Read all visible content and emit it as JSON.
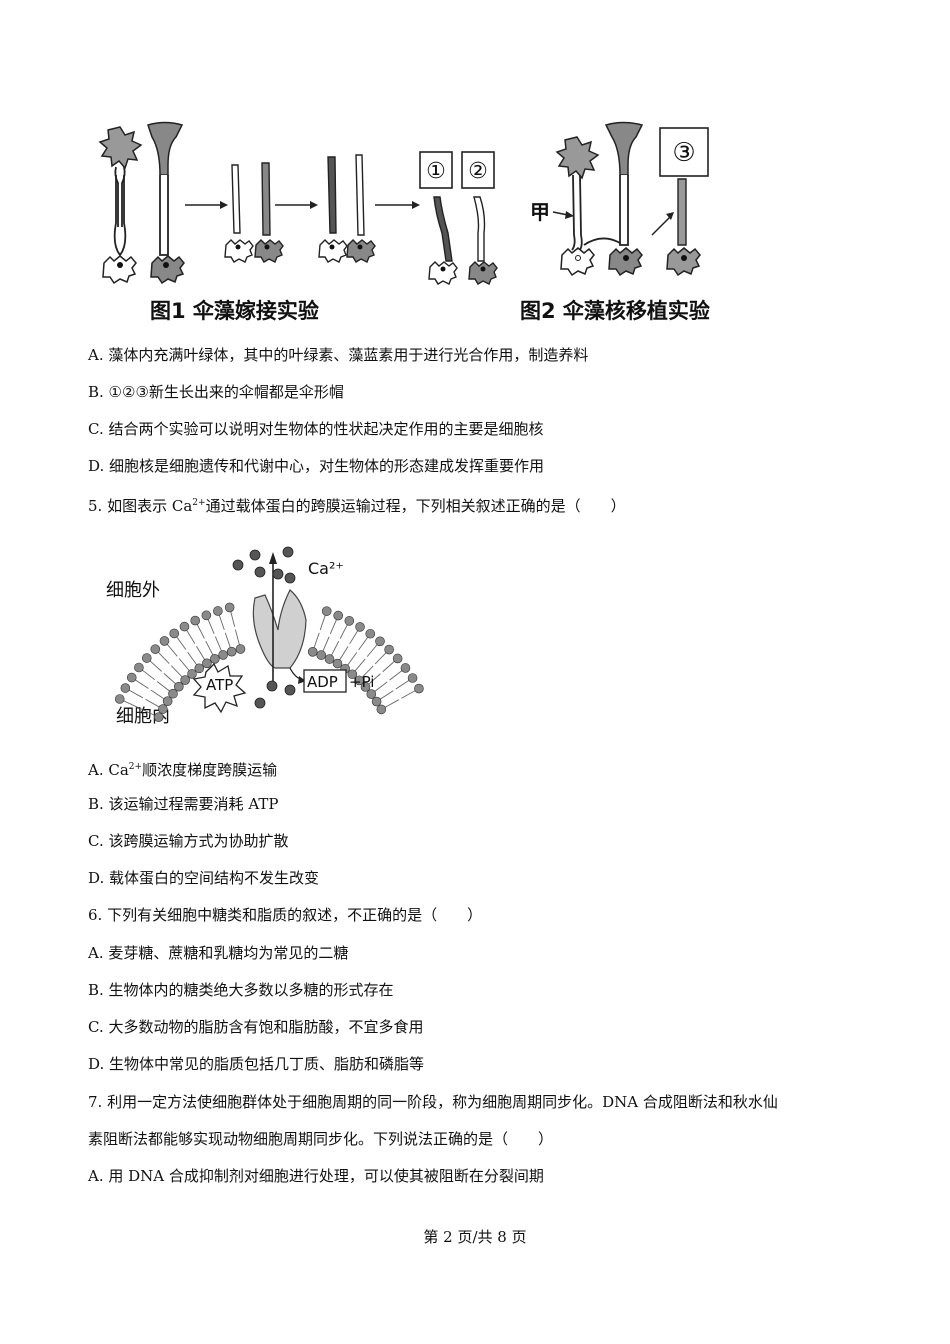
{
  "figure1": {
    "caption": "图1  伞藻嫁接实验",
    "labels": {
      "l1": "①",
      "l2": "②"
    }
  },
  "figure2": {
    "caption": "图2  伞藻核移植实验",
    "labels": {
      "l3": "③",
      "jia": "甲"
    }
  },
  "q4": {
    "options": [
      "A. 藻体内充满叶绿体，其中的叶绿素、藻蓝素用于进行光合作用，制造养料",
      "B. ①②③新生长出来的伞帽都是伞形帽",
      "C. 结合两个实验可以说明对生物体的性状起决定作用的主要是细胞核",
      "D. 细胞核是细胞遗传和代谢中心，对生物体的形态建成发挥重要作用"
    ]
  },
  "q5": {
    "stem_prefix": "5. 如图表示 Ca",
    "stem_sup": "2+",
    "stem_suffix": "通过载体蛋白的跨膜运输过程，下列相关叙述正确的是（　　）",
    "figure": {
      "outside": "细胞外",
      "inside": "细胞内",
      "ion": "Ca²⁺",
      "atp": "ATP",
      "adp": "ADP",
      "pi": "+Pi"
    },
    "optA_prefix": "A. Ca",
    "optA_sup": "2+",
    "optA_suffix": "顺浓度梯度跨膜运输",
    "options": [
      "B. 该运输过程需要消耗 ATP",
      "C. 该跨膜运输方式为协助扩散",
      "D. 载体蛋白的空间结构不发生改变"
    ]
  },
  "q6": {
    "stem": "6. 下列有关细胞中糖类和脂质的叙述，不正确的是（　　）",
    "options": [
      "A. 麦芽糖、蔗糖和乳糖均为常见的二糖",
      "B. 生物体内的糖类绝大多数以多糖的形式存在",
      "C. 大多数动物的脂肪含有饱和脂肪酸，不宜多食用",
      "D. 生物体中常见的脂质包括几丁质、脂肪和磷脂等"
    ]
  },
  "q7": {
    "stem_line1": "7. 利用一定方法使细胞群体处于细胞周期的同一阶段，称为细胞周期同步化。DNA 合成阻断法和秋水仙",
    "stem_line2": "素阻断法都能够实现动物细胞周期同步化。下列说法正确的是（　　）",
    "options": [
      "A. 用 DNA 合成抑制剂对细胞进行处理，可以使其被阻断在分裂间期"
    ]
  },
  "footer": "第 2 页/共 8 页"
}
